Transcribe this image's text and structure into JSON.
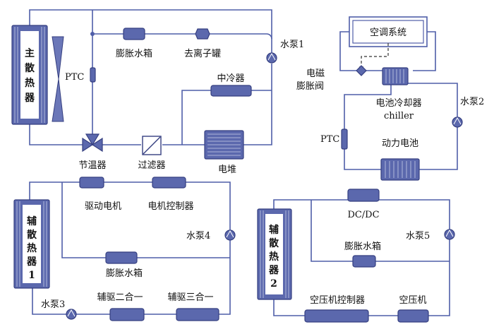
{
  "labels": {
    "main_radiator": "主散热器",
    "ptc_main": "PTC",
    "expansion_tank_main": "膨胀水箱",
    "deionizer": "去离子罐",
    "water_pump_1": "水泵1",
    "intercooler": "中冷器",
    "thermostat": "节温器",
    "filter": "过滤器",
    "fuel_cell_stack": "电堆",
    "ac_system": "空调系统",
    "expansion_valve_line1": "电磁",
    "expansion_valve_line2": "膨胀阀",
    "battery_chiller_line1": "电池冷却器",
    "battery_chiller_line2": "chiller",
    "water_pump_2": "水泵2",
    "ptc_battery": "PTC",
    "power_battery": "动力电池",
    "drive_motor": "驱动电机",
    "motor_controller": "电机控制器",
    "aux_radiator_1_chars": [
      "辅",
      "散",
      "热",
      "器",
      "1"
    ],
    "water_pump_4": "水泵4",
    "expansion_tank_aux1": "膨胀水箱",
    "water_pump_3": "水泵3",
    "aux_drive_2in1": "辅驱二合一",
    "aux_drive_3in1": "辅驱三合一",
    "dcdc": "DC/DC",
    "water_pump_5": "水泵5",
    "aux_radiator_2_chars": [
      "辅",
      "散",
      "热",
      "器",
      "2"
    ],
    "expansion_tank_aux2": "膨胀水箱",
    "compressor_controller": "空压机控制器",
    "compressor": "空压机"
  }
}
